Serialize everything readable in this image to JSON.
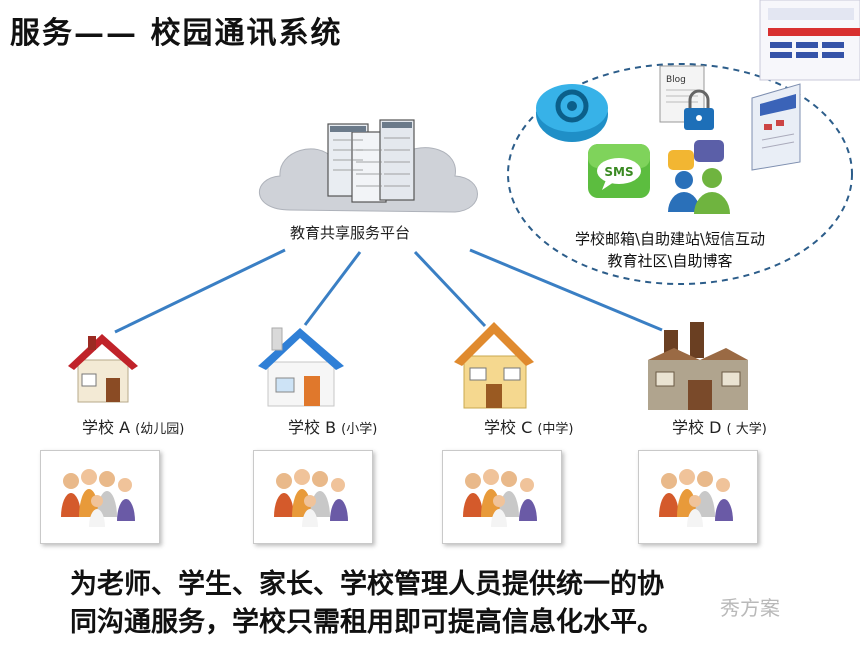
{
  "title": "服务—— 校园通讯系统",
  "platform": {
    "label": "教育共享服务平台"
  },
  "services": {
    "line1": "学校邮箱\\自助建站\\短信互动",
    "line2": "教育社区\\自助博客",
    "icons": [
      "email-icon",
      "blog-lock-icon",
      "website-icon",
      "sms-icon",
      "chat-users-icon"
    ],
    "sms_text": "SMS",
    "blog_text": "Blog"
  },
  "schools": [
    {
      "name": "学校 A",
      "type": "(幼儿园)"
    },
    {
      "name": "学校 B",
      "type": "(小学)"
    },
    {
      "name": "学校 C",
      "type": "(中学)"
    },
    {
      "name": "学校 D",
      "type": "( 大学)"
    }
  ],
  "footer": {
    "line1": "为老师、学生、家长、学校管理人员提供统一的协",
    "line2": "同沟通服务，学校只需租用即可提高信息化水平。"
  },
  "watermark": "秀方案",
  "colors": {
    "connector": "#3a7fc4",
    "dashed_border": "#2c5d8a",
    "cloud": "#cfd2d8",
    "roof_red": "#c0232a",
    "roof_blue": "#2f7fd6",
    "roof_orange": "#e0782c",
    "factory_brown": "#7a4a2a"
  }
}
